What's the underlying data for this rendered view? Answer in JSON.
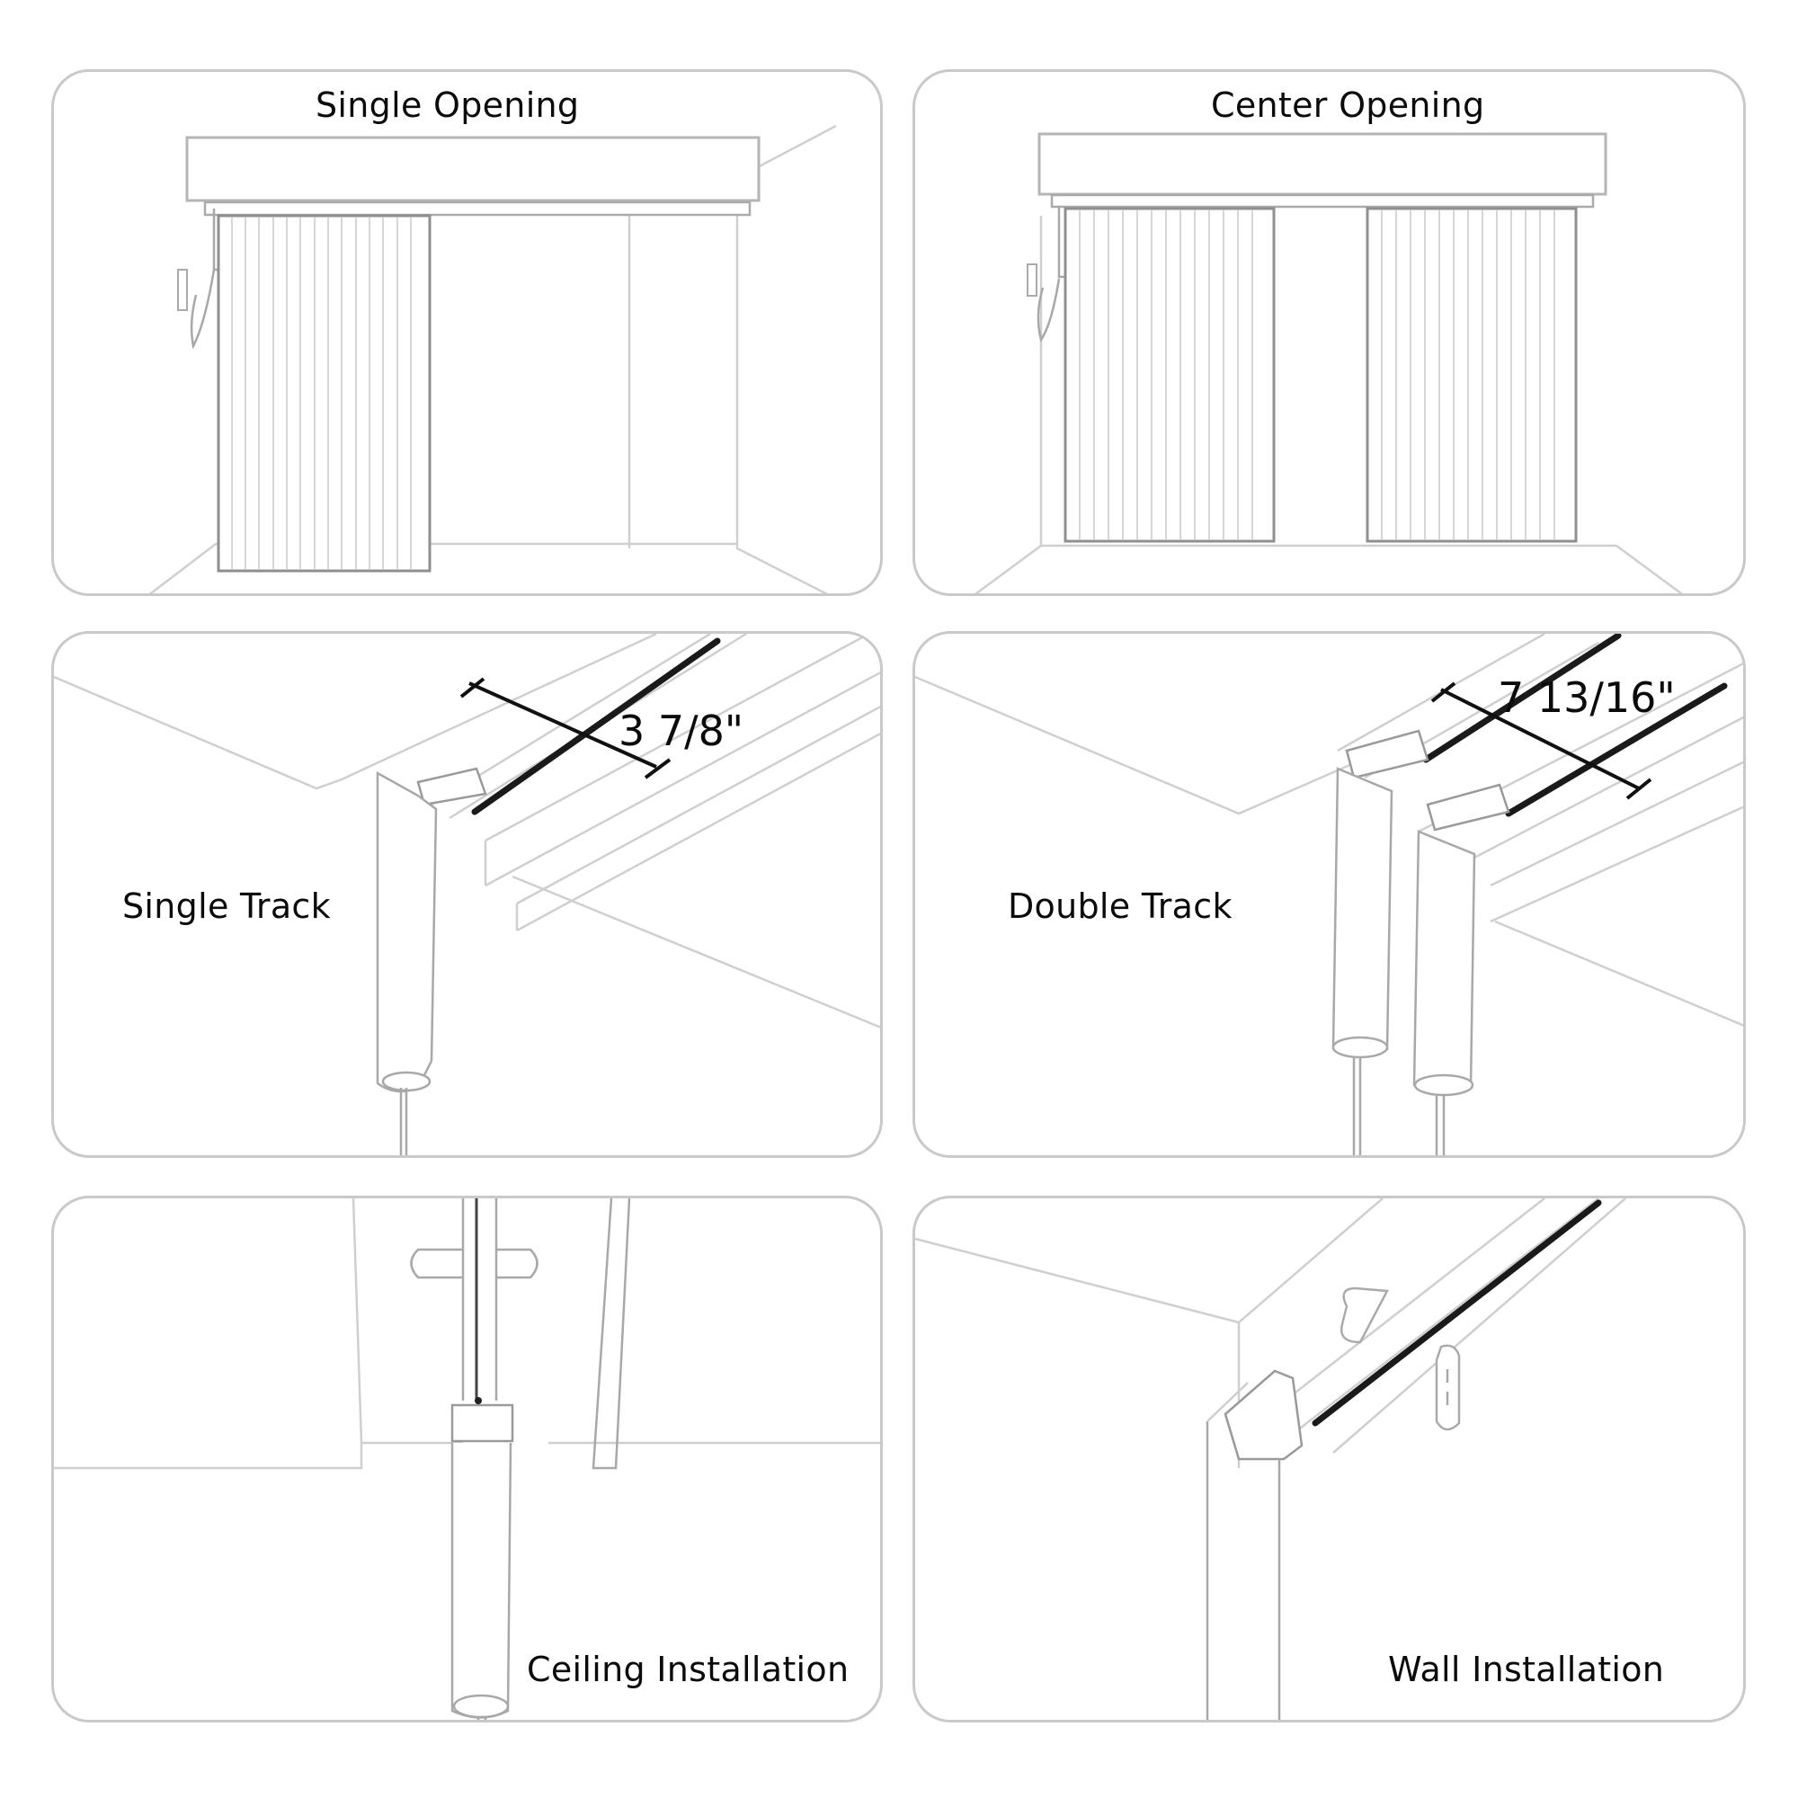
{
  "panels": [
    {
      "id": "single-opening",
      "title": "Single Opening"
    },
    {
      "id": "center-opening",
      "title": "Center Opening"
    },
    {
      "id": "single-track",
      "title": "Single Track",
      "dimension": "3 7/8\""
    },
    {
      "id": "double-track",
      "title": "Double Track",
      "dimension": "7 13/16\""
    },
    {
      "id": "ceiling-installation",
      "title": "Ceiling Installation"
    },
    {
      "id": "wall-installation",
      "title": "Wall Installation"
    }
  ],
  "colors": {
    "background": "#ffffff",
    "panel_border": "#c9c9c9",
    "text": "#0b0b0b",
    "line_art": "#cfcfcf",
    "rail": "#1a1a1a"
  }
}
